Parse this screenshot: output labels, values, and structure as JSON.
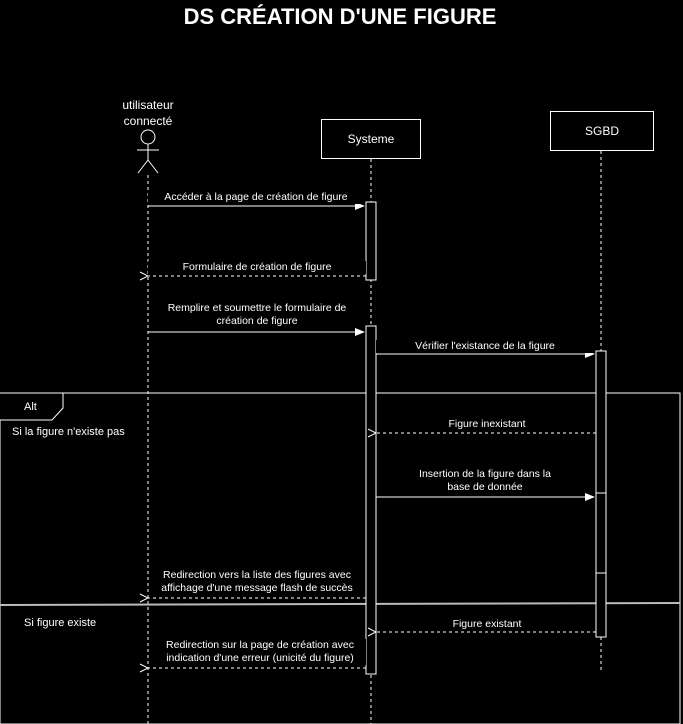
{
  "title": "DS CRÉATION D'UNE FIGURE",
  "participants": {
    "actor": "utilisateur\nconnecté",
    "system": "Systeme",
    "db": "SGBD"
  },
  "messages": {
    "m1": "Accéder à la page de création de figure",
    "m2": "Formulaire de création de figure",
    "m3": "Remplire et soumettre le formulaire de création de figure",
    "m4": "Vérifier l'existance de la figure",
    "m5": "Figure inexistant",
    "m6": "Insertion de la figure dans la base de donnée",
    "m7": "Redirection vers la liste des figures avec affichage d'une message flash de succès",
    "m8": "Figure existant",
    "m9": "Redirection sur la page de création avec indication d'une erreur (unicité du figure)"
  },
  "fragment": {
    "operator": "Alt",
    "guard1": "Si la figure n'existe pas",
    "guard2": "Si figure existe"
  },
  "colors": {
    "background": "#000000",
    "foreground": "#ffffff"
  }
}
